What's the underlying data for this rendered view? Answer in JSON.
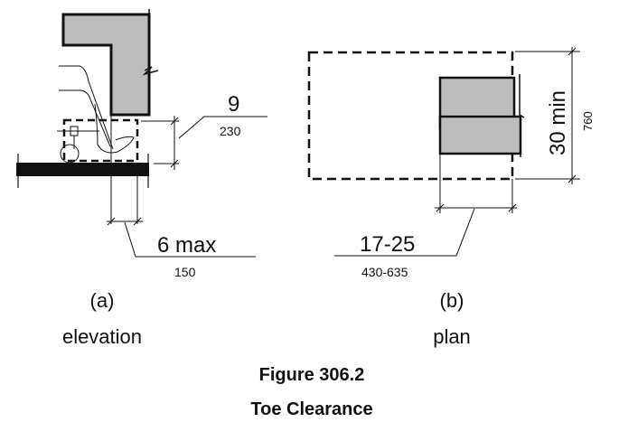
{
  "elevation": {
    "height_dim": {
      "imperial": "9",
      "metric": "230"
    },
    "depth_dim": {
      "imperial": "6 max",
      "metric": "150"
    },
    "label_letter": "(a)",
    "label": "elevation"
  },
  "plan": {
    "width_dim": {
      "imperial": "30 min",
      "metric": "760"
    },
    "depth_dim": {
      "imperial": "17-25",
      "metric": "430-635"
    },
    "label_letter": "(b)",
    "label": "plan"
  },
  "caption": {
    "number": "Figure 306.2",
    "title": "Toe Clearance"
  },
  "colors": {
    "hatch": "#bdbdbd",
    "line": "#111111"
  }
}
